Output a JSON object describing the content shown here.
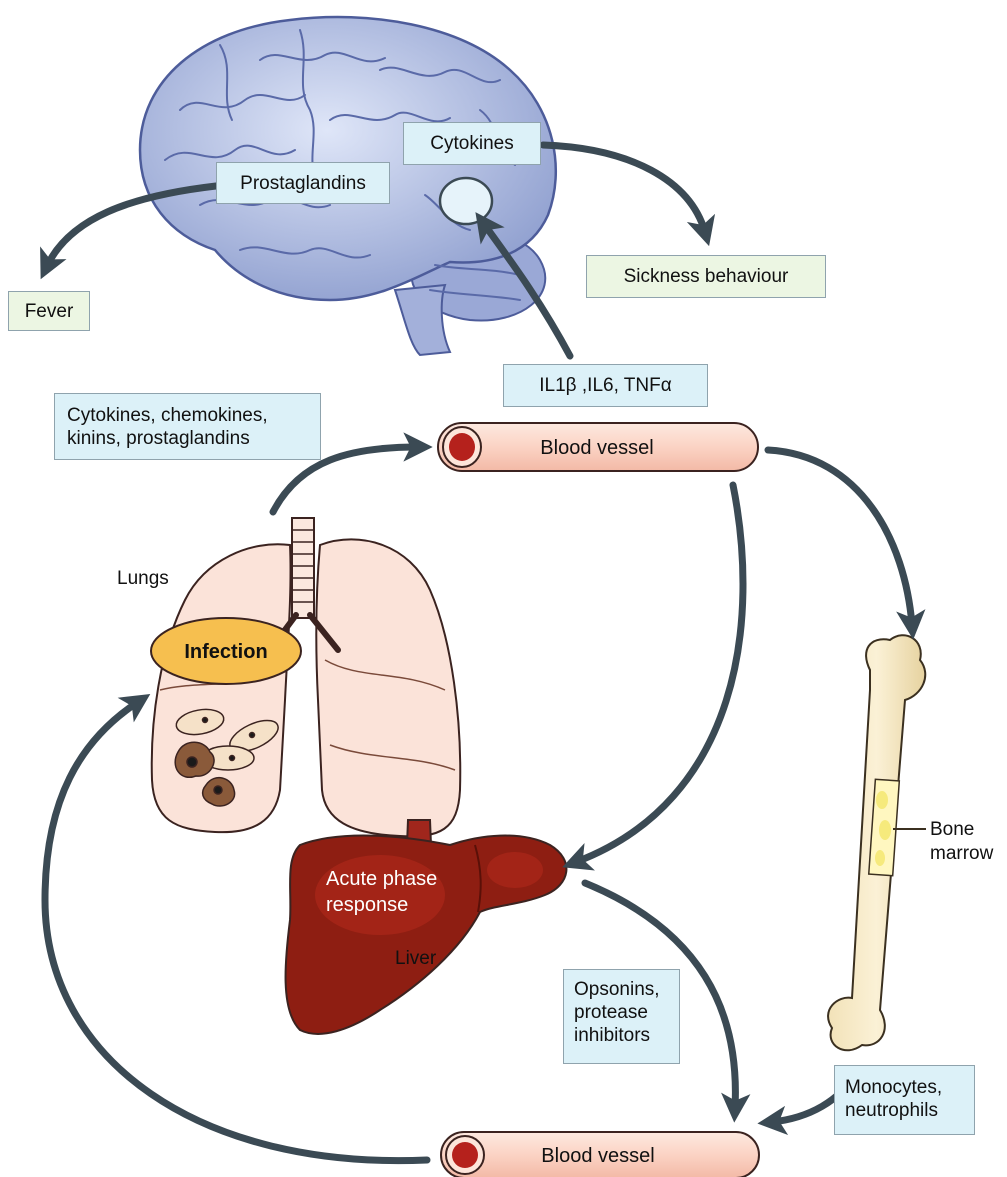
{
  "brain": {
    "cytokines_label": "Cytokines",
    "prostaglandins_label": "Prostaglandins"
  },
  "outcomes": {
    "fever": "Fever",
    "sickness_behaviour": "Sickness behaviour"
  },
  "mediators": {
    "il_label": "IL1β ,IL6, TNFα",
    "lung_signals": "Cytokines, chemokines,\nkinins, prostaglandins",
    "opsonins": "Opsonins,\nprotease\ninhibitors",
    "monocytes": "Monocytes,\nneutrophils"
  },
  "vessels": {
    "top": "Blood vessel",
    "bottom": "Blood vessel"
  },
  "organs": {
    "lungs": "Lungs",
    "infection": "Infection",
    "liver": "Liver",
    "acute_phase": "Acute phase\nresponse",
    "bone_marrow": "Bone\nmarrow"
  },
  "colors": {
    "arrow": "#3b4a54",
    "label_box_blue": "#dcf1f8",
    "label_box_green": "#ecf6e3",
    "vessel": "#fbd9cc",
    "liver": "#8e1e12",
    "infection": "#f6bf4f",
    "lung": "#fbe3d9",
    "brain": "#9fb0dc"
  }
}
